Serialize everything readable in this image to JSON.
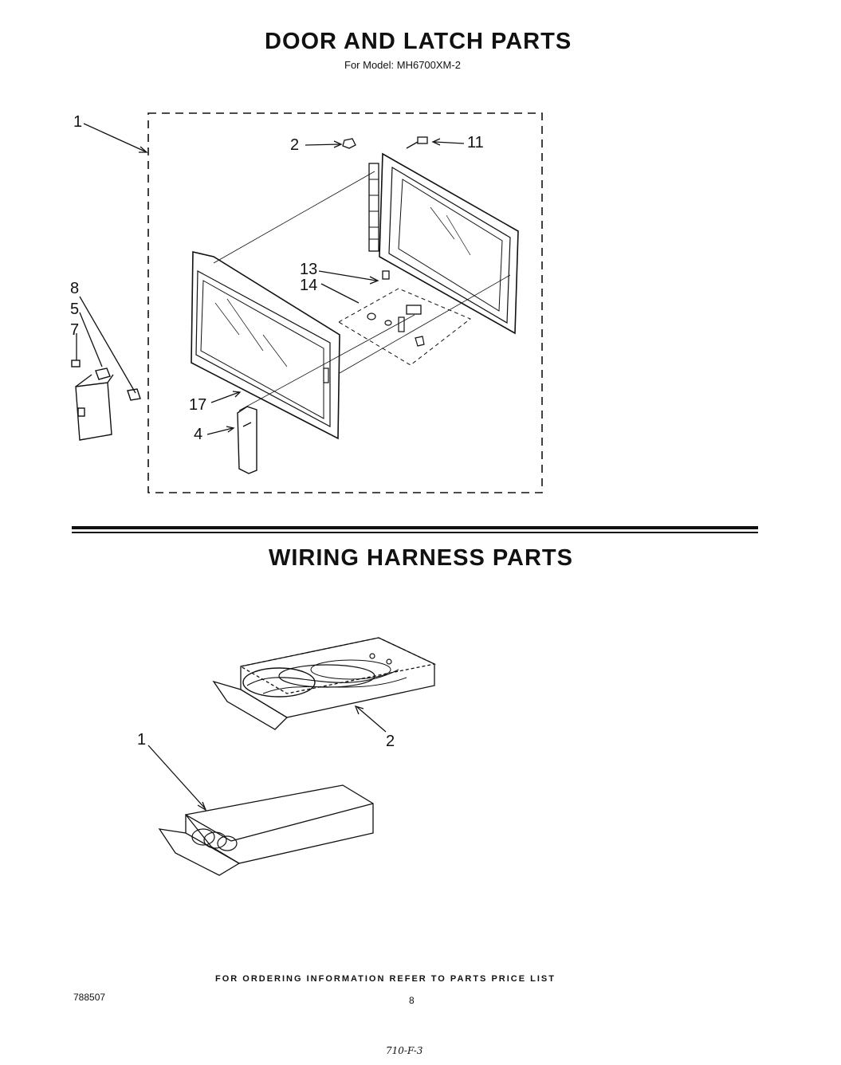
{
  "door_section": {
    "title": "DOOR AND LATCH PARTS",
    "subtitle": "For Model: MH6700XM-2",
    "callouts": [
      "1",
      "2",
      "11",
      "8",
      "5",
      "7",
      "13",
      "14",
      "17",
      "4"
    ]
  },
  "wiring_section": {
    "title": "WIRING HARNESS PARTS",
    "callouts": [
      "2",
      "1"
    ]
  },
  "footer": {
    "ordering_note": "FOR ORDERING INFORMATION REFER TO PARTS PRICE LIST",
    "doc_number": "788507",
    "page_number": "8",
    "handwritten_code": "710-F-3"
  }
}
